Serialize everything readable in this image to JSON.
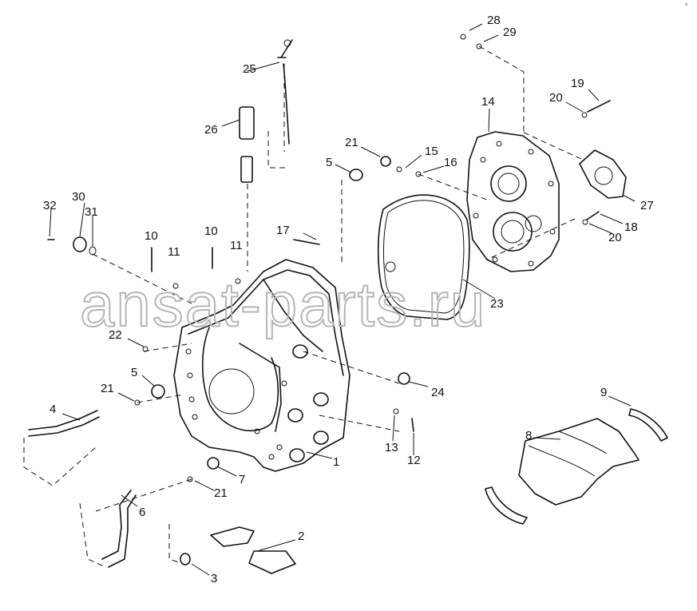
{
  "watermark": "ansat-parts.ru",
  "corner_mark": "*",
  "callouts": {
    "c1": "1",
    "c2": "2",
    "c3": "3",
    "c4": "4",
    "c5a": "5",
    "c5b": "5",
    "c6": "6",
    "c7": "7",
    "c8": "8",
    "c9": "9",
    "c10a": "10",
    "c10b": "10",
    "c11a": "11",
    "c11b": "11",
    "c12": "12",
    "c13": "13",
    "c14": "14",
    "c15": "15",
    "c16": "16",
    "c17": "17",
    "c18": "18",
    "c19": "19",
    "c20a": "20",
    "c20b": "20",
    "c21a": "21",
    "c21b": "21",
    "c21c": "21",
    "c22": "22",
    "c23": "23",
    "c24": "24",
    "c25": "25",
    "c26": "26",
    "c27": "27",
    "c28": "28",
    "c29": "29",
    "c30": "30",
    "c31": "31",
    "c32": "32"
  }
}
